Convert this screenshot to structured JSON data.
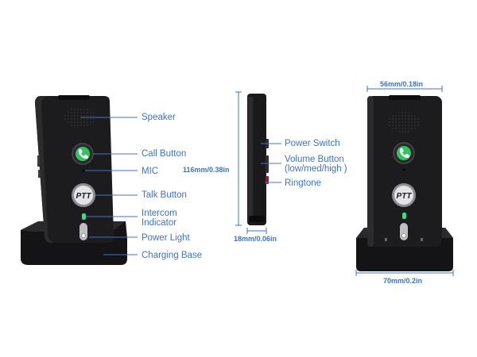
{
  "colors": {
    "accent_blue": "#3b73c8",
    "device_black": "#1c1c1e",
    "call_green": "#31c463"
  },
  "buttons": {
    "ptt_text": "PTT"
  },
  "labels": {
    "speaker": "Speaker",
    "call_button": "Call Button",
    "mic": "MIC",
    "talk_button": "Talk Button",
    "intercom_indicator_line1": "Intercom",
    "intercom_indicator_line2": "Indicator",
    "power_light": "Power Light",
    "charging_base": "Charging Base",
    "power_switch": "Power Switch",
    "volume_button_line1": "Volume Button",
    "volume_button_line2": "(low/med/high )",
    "ringtone": "Ringtone"
  },
  "dimensions": {
    "height": "116mm/0.38in",
    "thickness": "18mm/0.06in",
    "width": "56mm/0.18in",
    "base_width": "70mm/0.2in"
  }
}
